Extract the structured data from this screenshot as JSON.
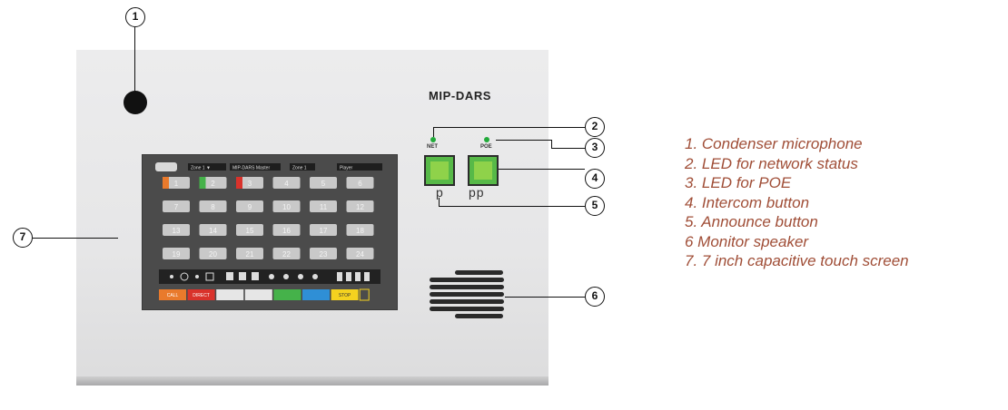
{
  "model_label": "MIP-DARS",
  "led_labels": {
    "net": "NET",
    "poe": "POE"
  },
  "button_labels": {
    "intercom": "p",
    "announce": "pp"
  },
  "callouts": [
    "1",
    "2",
    "3",
    "4",
    "5",
    "6",
    "7"
  ],
  "legend": [
    "1. Condenser microphone",
    "2. LED for network status",
    "3. LED for POE",
    "4. Intercom button",
    "5. Announce button",
    "6  Monitor speaker",
    "7. 7 inch capacitive touch screen"
  ],
  "screen": {
    "header": [
      "Zone 1 ▼",
      "MIP-DARS Master",
      "Zone 1",
      "Player"
    ],
    "tiles": [
      "1",
      "2",
      "3",
      "4",
      "5",
      "6",
      "7",
      "8",
      "9",
      "10",
      "11",
      "12",
      "13",
      "14",
      "15",
      "16",
      "17",
      "18",
      "19",
      "20",
      "21",
      "22",
      "23",
      "24"
    ],
    "bottom_buttons": [
      "CALL",
      "DIRECT",
      "",
      "",
      "",
      "",
      "STOP",
      ""
    ]
  },
  "colors": {
    "label_text": "#a04e37",
    "button_green": "#8fd24a",
    "led_green": "#22aa3a",
    "device_panel": "#e8e8e9",
    "screen_bg": "#4b4b4b",
    "bottom_button_colors": [
      "#e97a2c",
      "#d9322b",
      "#e6e6e6",
      "#e6e6e6",
      "#45b24a",
      "#2f8fd6",
      "#f4d21f",
      "#4b4b4b"
    ]
  },
  "icons": [
    "microphone-icon",
    "speaker-grille-icon",
    "chevron-left-icon",
    "chevron-right-icon"
  ]
}
